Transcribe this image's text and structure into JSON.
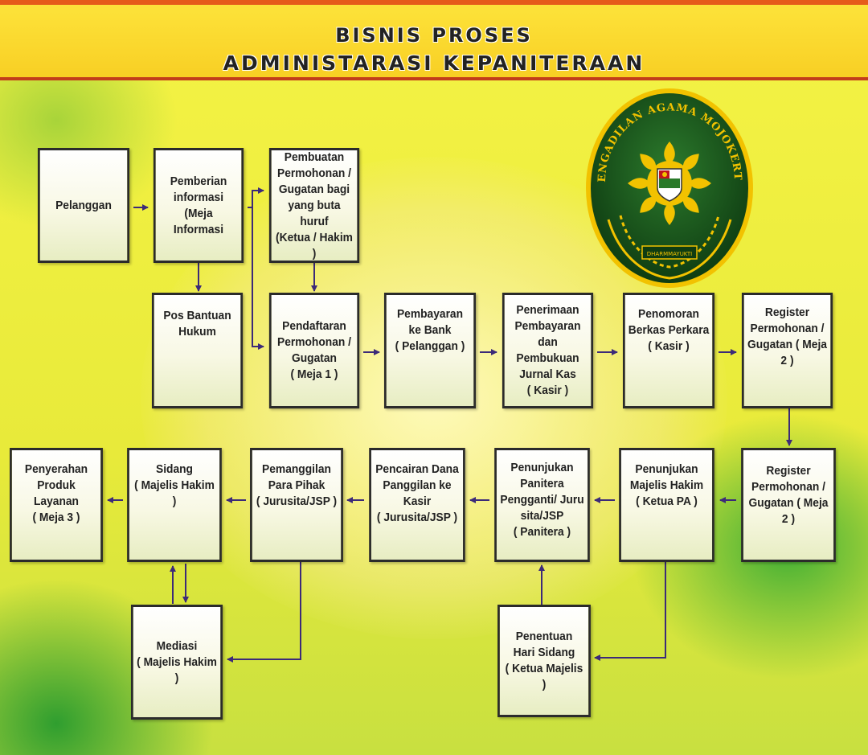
{
  "header": {
    "title_line1": "BISNIS PROSES",
    "title_line2": "ADMINISTARASI KEPANITERAAN"
  },
  "logo": {
    "text": "PENGADILAN AGAMA MOJOKERTO",
    "motto": "DHARMMAYUKTI"
  },
  "colors": {
    "header_bg": "#f8cf24",
    "header_border": "#c23d1a",
    "arrow": "#3c2a78",
    "box_border": "#2b2b2b",
    "logo_green": "#1f5a1f",
    "logo_gold": "#f2c200"
  },
  "nodes": {
    "pelanggan": "Pelanggan",
    "pemberian_informasi": "Pemberian\ninformasi\n(Meja Informasi",
    "pembuatan_permohonan": "Pembuatan\nPermohonan /\nGugatan bagi\nyang buta huruf\n(Ketua / Hakim )",
    "pos_bantuan_hukum": "Pos Bantuan\nHukum",
    "pendaftaran": "Pendaftaran\nPermohonan /\nGugatan\n( Meja 1 )",
    "pembayaran_bank": "Pembayaran\nke Bank\n( Pelanggan )",
    "penerimaan_pembayaran": "Penerimaan\nPembayaran\ndan Pembukuan\nJurnal Kas\n( Kasir )",
    "penomoran_berkas": "Penomoran\nBerkas Perkara\n( Kasir )",
    "register_1": "Register\nPermohonan /\nGugatan ( Meja\n2 )",
    "register_2": "Register\nPermohonan /\nGugatan ( Meja\n2 )",
    "penunjukan_majelis": "Penunjukan\nMajelis Hakim\n( Ketua PA )",
    "penunjukan_panitera": "Penunjukan\nPanitera\nPengganti/ Juru\nsita/JSP\n( Panitera )",
    "pencairan_dana": "Pencairan Dana\nPanggilan ke\nKasir\n( Jurusita/JSP )",
    "pemanggilan": "Pemanggilan\nPara Pihak\n( Jurusita/JSP )",
    "sidang": "Sidang\n( Majelis Hakim )",
    "penyerahan": "Penyerahan\nProduk Layanan\n( Meja 3 )",
    "mediasi": "Mediasi\n( Majelis Hakim )",
    "penentuan_hari_sidang": "Penentuan\nHari Sidang\n( Ketua Majelis )"
  }
}
